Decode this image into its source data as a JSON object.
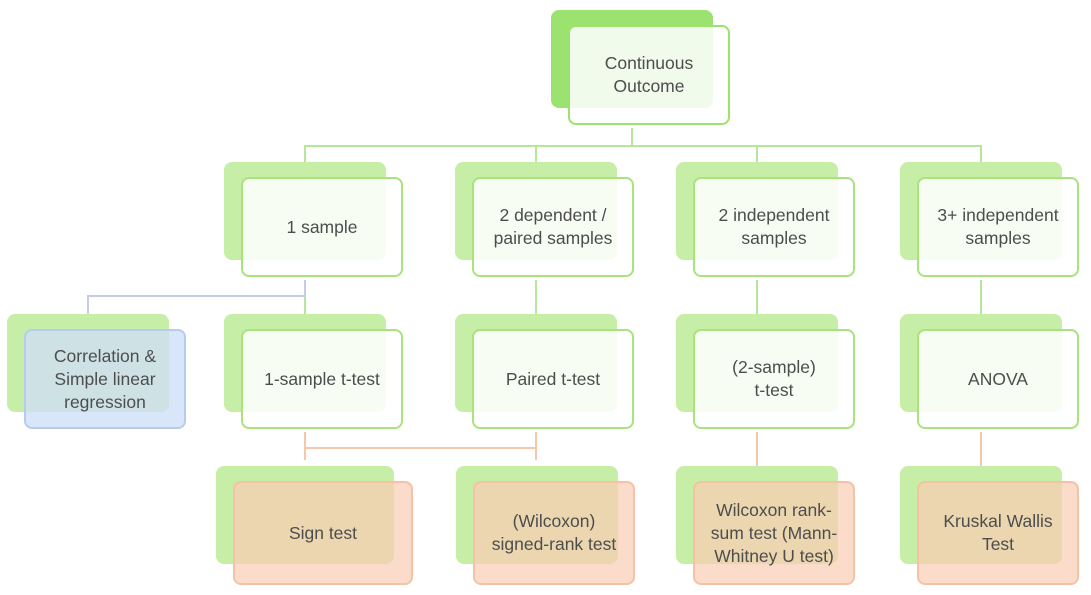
{
  "colors": {
    "green_shadow": "#c6eea6",
    "green_border": "#a8e37c",
    "blue_fill": "#d0def6",
    "salmon_fill": "#facdb4",
    "text": "#4d4d4d"
  },
  "diagram": {
    "root": {
      "label": "Continuous\nOutcome"
    },
    "categories": [
      {
        "label": "1 sample"
      },
      {
        "label": "2 dependent /\npaired samples"
      },
      {
        "label": "2 independent\nsamples"
      },
      {
        "label": "3+ independent\nsamples"
      }
    ],
    "tests": [
      {
        "label": "1-sample t-test"
      },
      {
        "label": "Paired t-test"
      },
      {
        "label": "(2-sample)\nt-test"
      },
      {
        "label": "ANOVA"
      }
    ],
    "correlation": {
      "label": "Correlation &\nSimple linear\nregression"
    },
    "nonparametric": [
      {
        "label": "Sign test"
      },
      {
        "label": "(Wilcoxon)\nsigned-rank test"
      },
      {
        "label": "Wilcoxon rank-\nsum test (Mann-\nWhitney U test)"
      },
      {
        "label": "Kruskal Wallis\nTest"
      }
    ]
  }
}
